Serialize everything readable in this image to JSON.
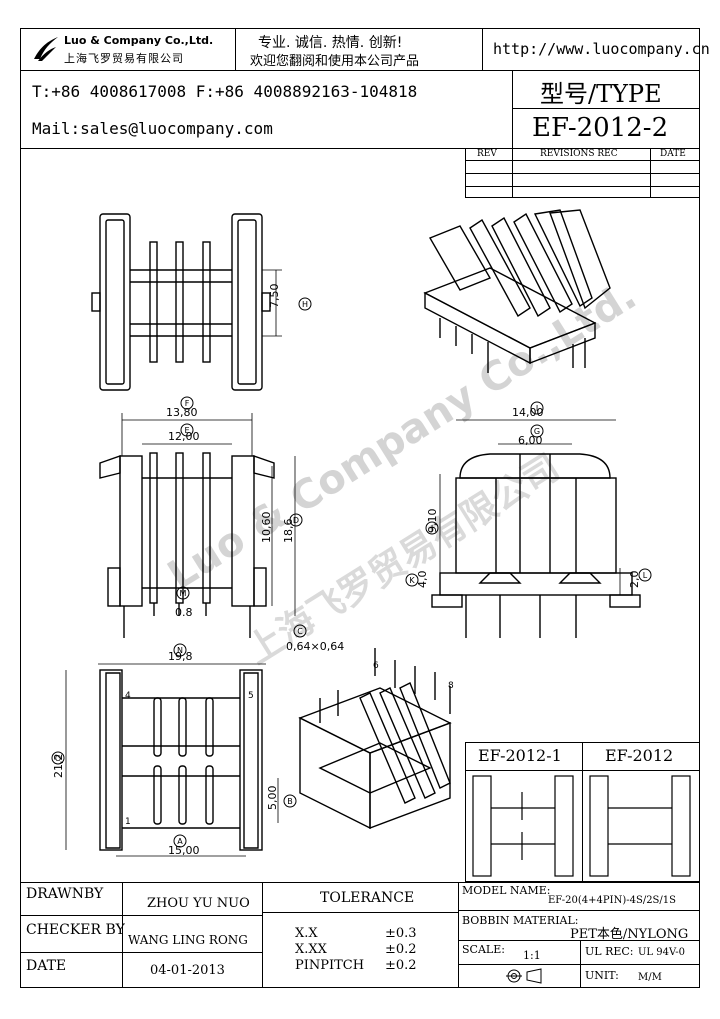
{
  "header": {
    "company_en": "Luo & Company Co.,Ltd.",
    "company_cn": "上海飞罗贸易有限公司",
    "slogan_1": "专业. 诚信. 热情. 创新!",
    "slogan_2": "欢迎您翻阅和使用本公司产品",
    "website": "http://www.luocompany.cn",
    "phone_fax": "T:+86 4008617008 F:+86 4008892163-104818",
    "mail": "Mail:sales@luocompany.com",
    "type_label": "型号/TYPE",
    "model_number": "EF-2012-2"
  },
  "revisions": {
    "col_rev": "REV",
    "col_revisions": "REVISIONS REC",
    "col_date": "DATE"
  },
  "watermark": {
    "line1": "Luo & Company Co.,Ltd.",
    "line2": "上海飞罗贸易有限公司"
  },
  "drawing": {
    "dim_7_50": "7,50",
    "dim_13_80": "13,80",
    "dim_12_00": "12,00",
    "dim_10_60": "10,60",
    "dim_18_6": "18,6",
    "dim_0_8": "0.8",
    "dim_pin": "0,64×0,64",
    "dim_14_00": "14,00",
    "dim_6_00": "6,00",
    "dim_9_10": "9,10",
    "dim_4_0": "4,0",
    "dim_2_0": "2,0",
    "dim_19_8": "19,8",
    "dim_21_2": "21,2",
    "dim_5_00": "5,00",
    "dim_15_00": "15,00",
    "pin_labels": [
      "4",
      "5",
      "1",
      "6",
      "8"
    ],
    "callouts": [
      "H",
      "F",
      "E",
      "D",
      "M",
      "C",
      "I",
      "G",
      "J",
      "K",
      "L",
      "N",
      "O",
      "B",
      "A"
    ]
  },
  "variants": {
    "left": "EF-2012-1",
    "right": "EF-2012"
  },
  "titleblock": {
    "drawn_by_label": "DRAWNBY",
    "drawn_by_value": "ZHOU YU NUO",
    "checker_label": "CHECKER BY",
    "checker_value": "WANG LING RONG",
    "date_label": "DATE",
    "date_value": "04-01-2013",
    "tolerance_label": "TOLERANCE",
    "tol_rows": [
      {
        "k": "X.X",
        "v": "±0.3"
      },
      {
        "k": "X.XX",
        "v": "±0.2"
      },
      {
        "k": "PINPITCH",
        "v": "±0.2"
      }
    ],
    "model_name_label": "MODEL NAME:",
    "model_name_value": "EF-20(4+4PIN)-4S/2S/1S",
    "bobbin_label": "BOBBIN MATERIAL:",
    "bobbin_value": "PET本色/NYLONG",
    "scale_label": "SCALE:",
    "scale_value": "1:1",
    "ul_label": "UL REC:",
    "ul_value": "UL 94V-0",
    "unit_label": "UNIT:",
    "unit_value": "M/M"
  }
}
